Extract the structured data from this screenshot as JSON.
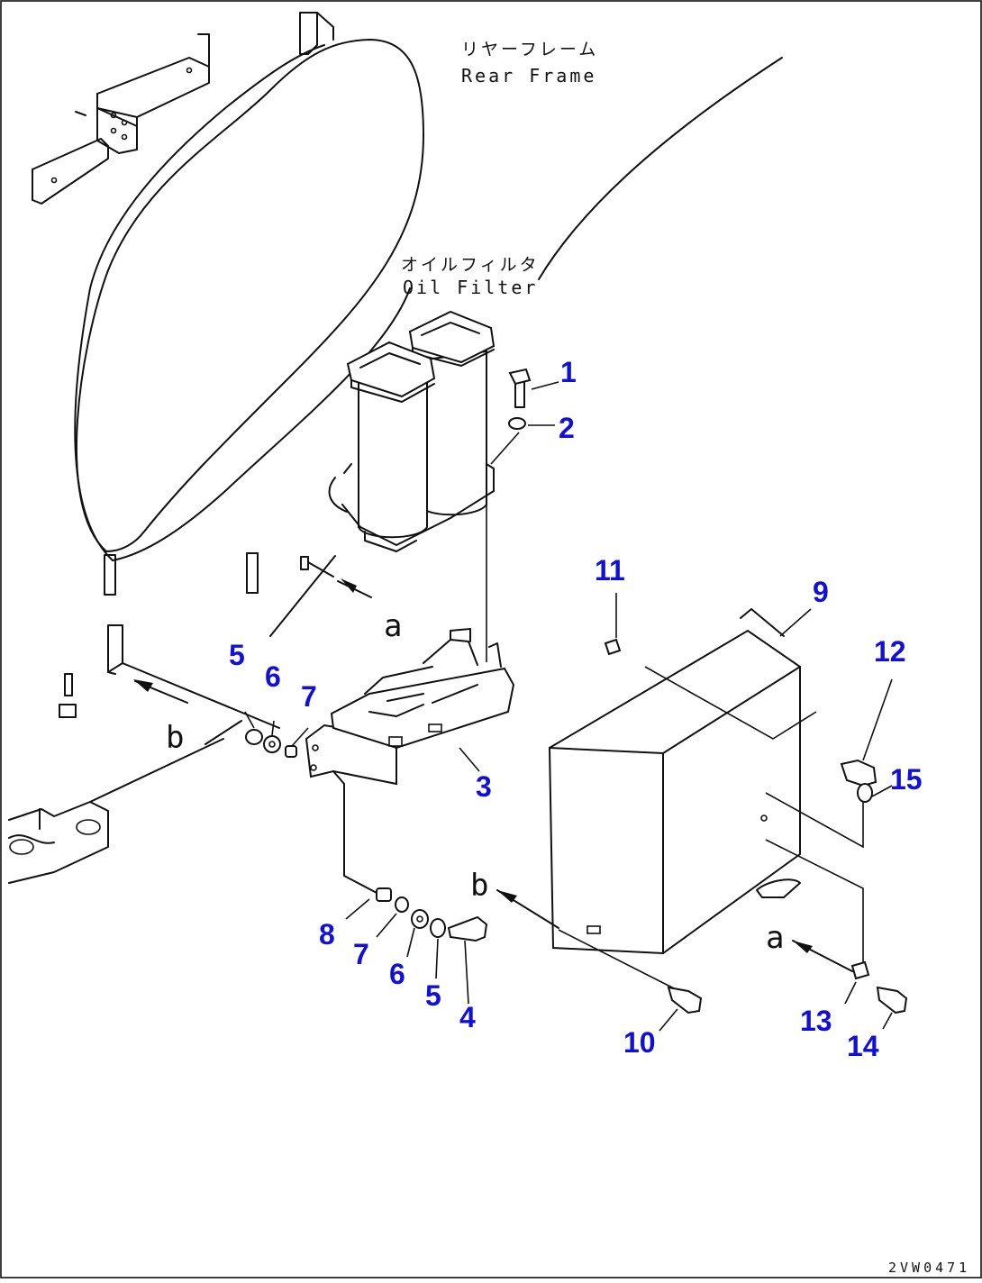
{
  "labels": {
    "rear_frame_jp": "リヤーフレーム",
    "rear_frame_en": "Rear Frame",
    "oil_filter_jp": "オイルフィルタ",
    "oil_filter_en": "Oil Filter"
  },
  "view_markers": {
    "a_upper": "a",
    "b_left": "b",
    "b_right": "b",
    "a_right": "a"
  },
  "callouts": {
    "c1": "1",
    "c2": "2",
    "c3": "3",
    "c4": "4",
    "c5_upper": "5",
    "c6_upper": "6",
    "c7_upper": "7",
    "c8": "8",
    "c7_lower": "7",
    "c6_lower": "6",
    "c5_lower": "5",
    "c9": "9",
    "c10": "10",
    "c11": "11",
    "c12": "12",
    "c13": "13",
    "c14": "14",
    "c15": "15"
  },
  "drawing_code": "2VW0471",
  "colors": {
    "callout": "#1010d8",
    "line": "#111111",
    "background": "#ffffff"
  }
}
